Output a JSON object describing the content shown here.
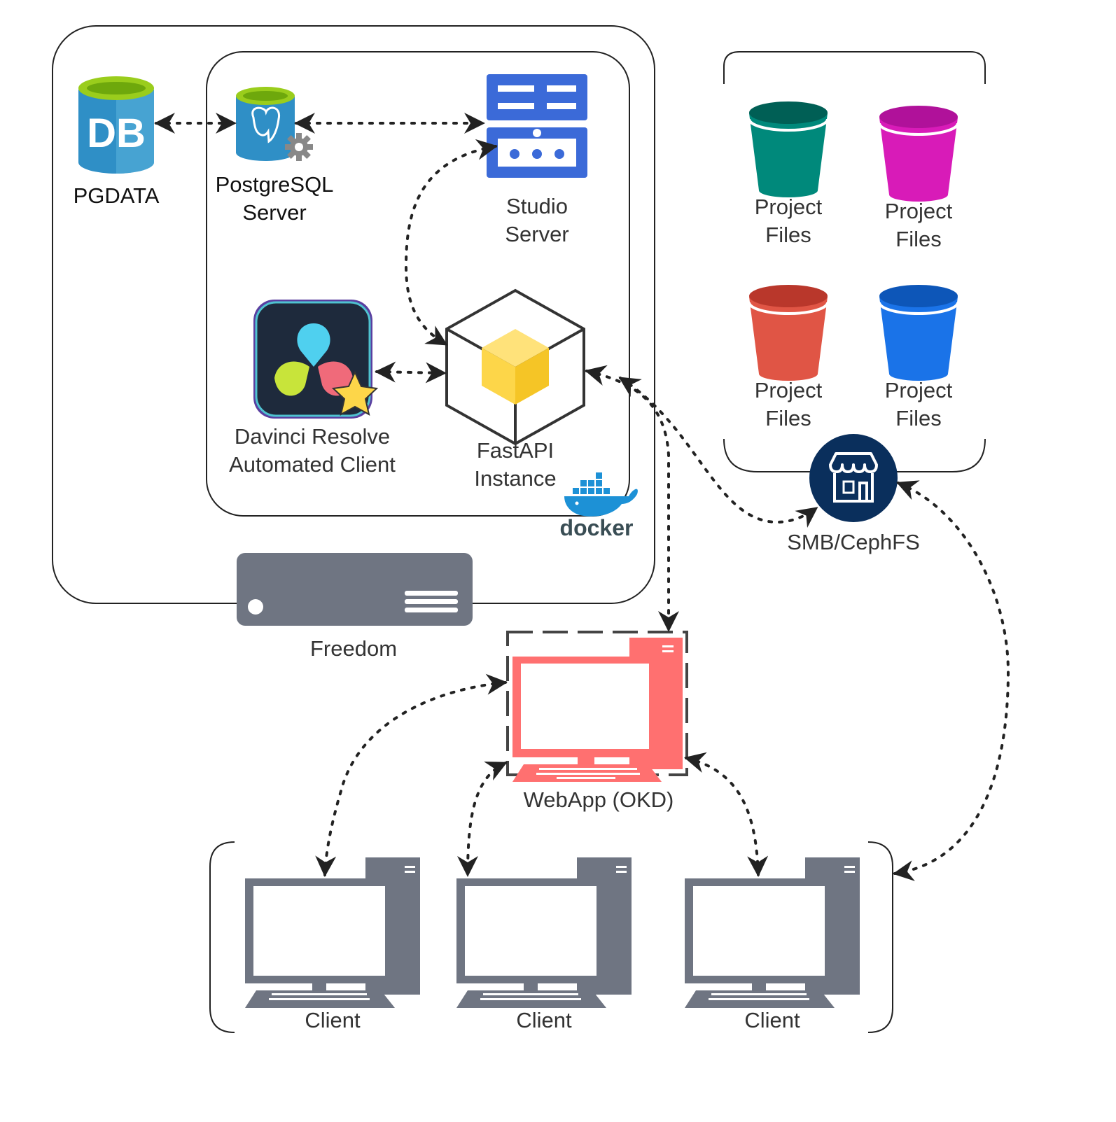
{
  "labels": {
    "pgdata": "PGDATA",
    "postgres_line1": "PostgreSQL",
    "postgres_line2": "Server",
    "studio_line1": "Studio",
    "studio_line2": "Server",
    "davinci_line1": "Davinci Resolve",
    "davinci_line2": "Automated Client",
    "fastapi_line1": "FastAPI",
    "fastapi_line2": "Instance",
    "docker": "docker",
    "freedom": "Freedom",
    "project_files_line1": "Project",
    "project_files_line2": "Files",
    "smb": "SMB/CephFS",
    "webapp": "WebApp (OKD)",
    "client": "Client",
    "db_icon_text": "DB"
  },
  "colors": {
    "bucket_teal": "#00897b",
    "bucket_magenta": "#d81bb8",
    "bucket_red": "#e05545",
    "bucket_blue": "#1a73e8",
    "db_blue": "#2f8fc6",
    "db_top": "#9acd1c",
    "studio_blue": "#3b6ad8",
    "fastapi_yellow": "#fdd649",
    "webapp_salmon": "#ff7070",
    "client_gray": "#6f7582",
    "smb_navy": "#0a2f5c",
    "docker_blue": "#1d91d6"
  },
  "icons": [
    "database-icon",
    "postgresql-icon",
    "studio-server-icon",
    "davinci-resolve-icon",
    "fastapi-cube-icon",
    "docker-whale-icon",
    "server-icon",
    "bucket-icon",
    "storefront-icon",
    "desktop-computer-icon"
  ]
}
